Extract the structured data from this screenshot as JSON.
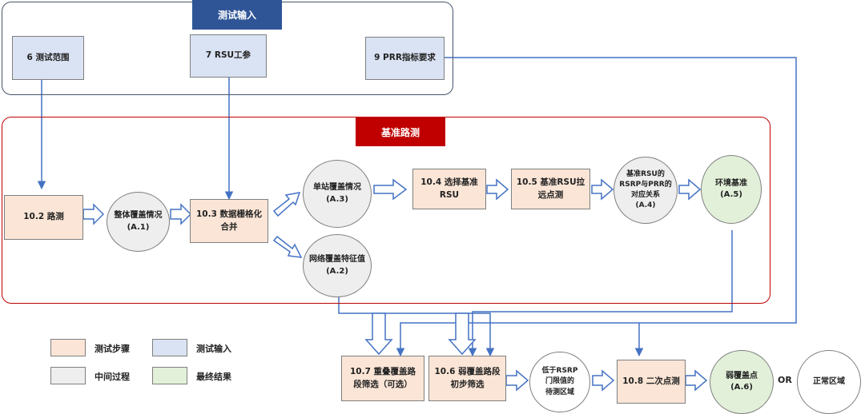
{
  "banners": {
    "test_input": "测试输入",
    "baseline": "基准路测"
  },
  "inputs": {
    "scope": "6 测试范围",
    "rsu_params": "7 RSU工参",
    "prr": "9 PRR指标要求"
  },
  "steps": {
    "s10_2": "10.2 路测",
    "s10_3": "10.3 数据栅格化\n合并",
    "s10_4": "10.4 选择基准RSU",
    "s10_5": "10.5 基准RSU拉\n远点测",
    "s10_7": "10.7 重叠覆盖路\n段筛选（可选）",
    "s10_6": "10.6 弱覆盖路段\n初步筛选",
    "s10_8": "10.8 二次点测"
  },
  "circles": {
    "a1": "整体覆盖情况\n(A.1)",
    "a3": "单站覆盖情况\n(A.3)",
    "a2": "网络覆盖特征值\n(A.2)",
    "a4": "基准RSU的\nRSRP与PRR的\n对应关系\n(A.4)",
    "a5": "环境基准\n(A.5)",
    "low": "低于RSRP\n门限值的\n待测区域",
    "a6": "弱覆盖点\n(A.6)",
    "normal": "正常区域"
  },
  "or_text": "OR",
  "legend": {
    "step": "测试步骤",
    "input": "测试输入",
    "mid": "中间过程",
    "final": "最终结果"
  },
  "colors": {
    "input_fill": "#dae3f3",
    "step_fill": "#fbe5d6",
    "mid_fill": "#eeeeee",
    "final_fill": "#e2f0d9",
    "line": "#4472c4",
    "frame_red": "#c00000",
    "banner_blue": "#2f5597"
  }
}
